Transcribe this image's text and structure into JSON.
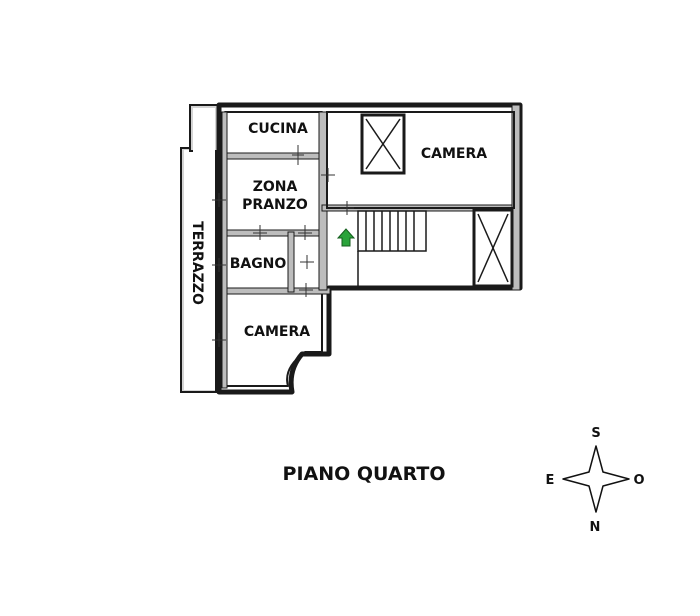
{
  "plan": {
    "title": "PIANO QUARTO",
    "rooms": {
      "cucina": "CUCINA",
      "zona_line1": "ZONA",
      "zona_line2": "PRANZO",
      "bagno": "BAGNO",
      "camera_bottom": "CAMERA",
      "camera_top": "CAMERA",
      "terrazzo": "TERRAZZO"
    },
    "stair_arrow_icon": "up-arrow-icon",
    "stair_arrow_color": "#2aa33a",
    "wall_color": "#1a1a1a",
    "floor_hatch_color": "#d9d9d9"
  },
  "compass": {
    "top": "S",
    "bottom": "N",
    "left": "E",
    "right": "O"
  }
}
